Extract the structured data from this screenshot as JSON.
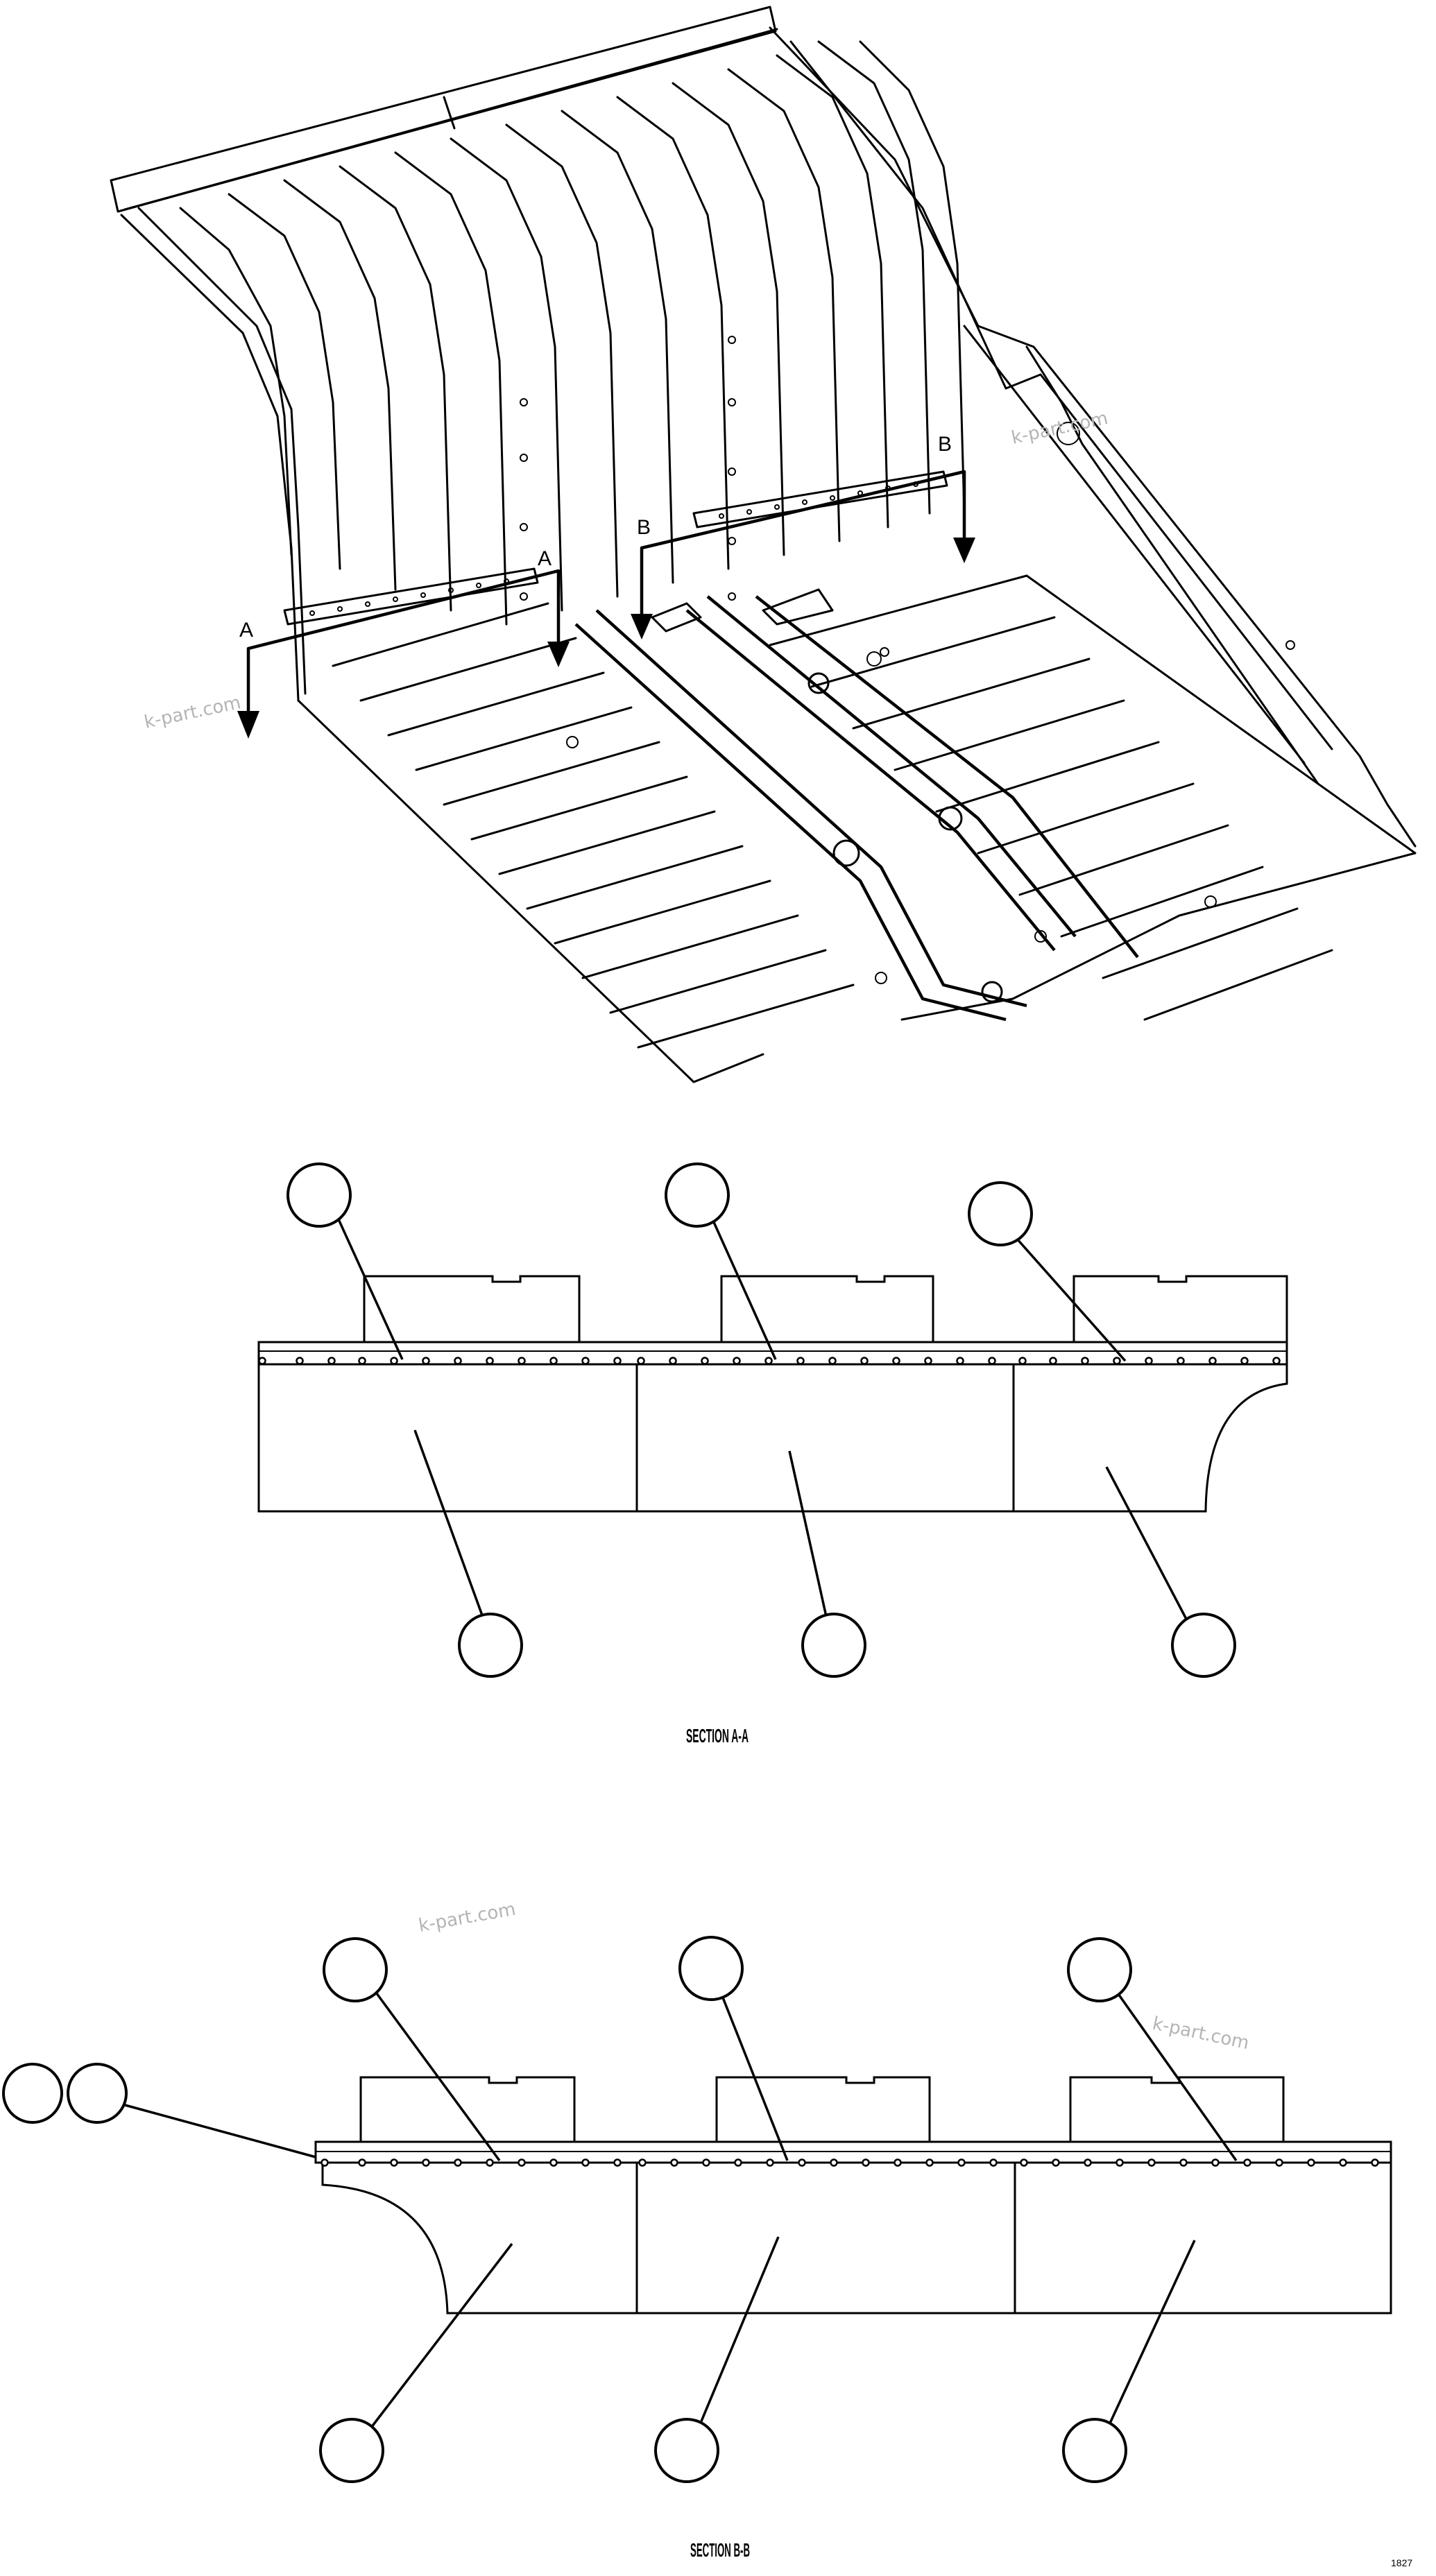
{
  "section_aa": {
    "marker": "A",
    "caption": "SECTION A-A"
  },
  "section_bb": {
    "marker": "B",
    "caption": "SECTION B-B"
  },
  "watermark": "k-part.com",
  "drawing_ref": "1827"
}
